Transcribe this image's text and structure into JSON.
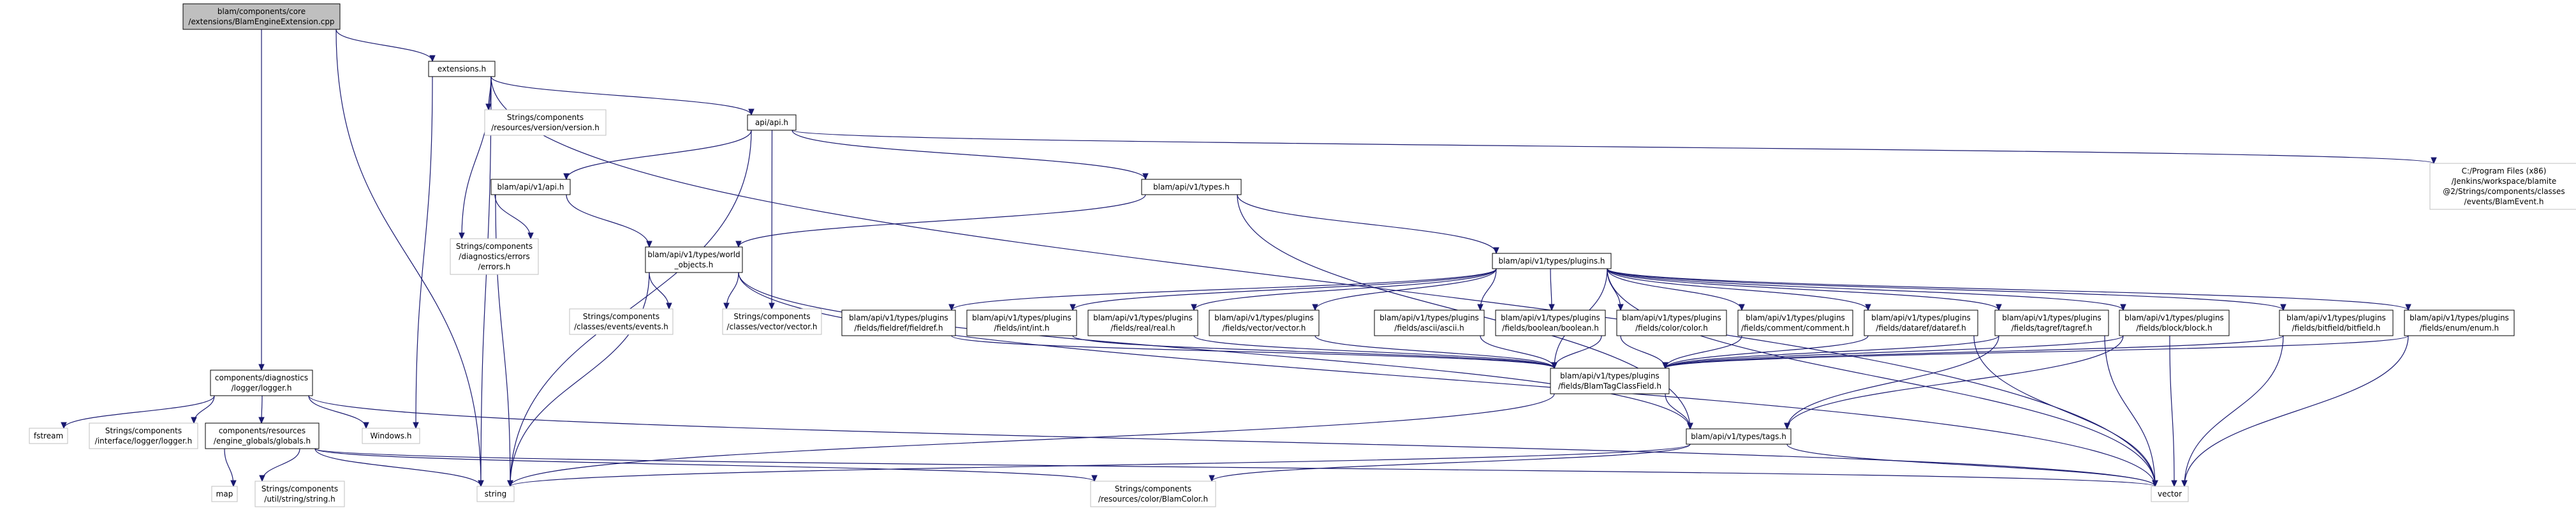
{
  "graph": {
    "colors": {
      "edge": "#191970",
      "main_fill": "#bfbfbf",
      "node_border": "#000000",
      "external_border": "#bfbfbf"
    },
    "nodes": [
      {
        "id": "main",
        "kind": "main",
        "lines": [
          "blam/components/core",
          "/extensions/BlamEngineExtension.cpp"
        ]
      },
      {
        "id": "ext",
        "kind": "normal",
        "lines": [
          "extensions.h"
        ]
      },
      {
        "id": "version",
        "kind": "ext",
        "lines": [
          "Strings/components",
          "/resources/version/version.h"
        ]
      },
      {
        "id": "api",
        "kind": "normal",
        "lines": [
          "api/api.h"
        ]
      },
      {
        "id": "apiv1",
        "kind": "normal",
        "lines": [
          "blam/api/v1/api.h"
        ]
      },
      {
        "id": "types",
        "kind": "normal",
        "lines": [
          "blam/api/v1/types.h"
        ]
      },
      {
        "id": "event",
        "kind": "ext",
        "lines": [
          "C:/Program Files (x86)",
          "/Jenkins/workspace/blamite",
          "@2/Strings/components/classes",
          "/events/BlamEvent.h"
        ]
      },
      {
        "id": "errors",
        "kind": "ext",
        "lines": [
          "Strings/components",
          "/diagnostics/errors",
          "/errors.h"
        ]
      },
      {
        "id": "world",
        "kind": "normal",
        "lines": [
          "blam/api/v1/types/world",
          "_objects.h"
        ]
      },
      {
        "id": "plugins",
        "kind": "normal",
        "lines": [
          "blam/api/v1/types/plugins.h"
        ]
      },
      {
        "id": "events",
        "kind": "ext",
        "lines": [
          "Strings/components",
          "/classes/events/events.h"
        ]
      },
      {
        "id": "vectorh",
        "kind": "ext",
        "lines": [
          "Strings/components",
          "/classes/vector/vector.h"
        ]
      },
      {
        "id": "fieldref",
        "kind": "normal",
        "lines": [
          "blam/api/v1/types/plugins",
          "/fields/fieldref/fieldref.h"
        ]
      },
      {
        "id": "int",
        "kind": "normal",
        "lines": [
          "blam/api/v1/types/plugins",
          "/fields/int/int.h"
        ]
      },
      {
        "id": "real",
        "kind": "normal",
        "lines": [
          "blam/api/v1/types/plugins",
          "/fields/real/real.h"
        ]
      },
      {
        "id": "vecfield",
        "kind": "normal",
        "lines": [
          "blam/api/v1/types/plugins",
          "/fields/vector/vector.h"
        ]
      },
      {
        "id": "ascii",
        "kind": "normal",
        "lines": [
          "blam/api/v1/types/plugins",
          "/fields/ascii/ascii.h"
        ]
      },
      {
        "id": "boolean",
        "kind": "normal",
        "lines": [
          "blam/api/v1/types/plugins",
          "/fields/boolean/boolean.h"
        ]
      },
      {
        "id": "color",
        "kind": "normal",
        "lines": [
          "blam/api/v1/types/plugins",
          "/fields/color/color.h"
        ]
      },
      {
        "id": "comment",
        "kind": "normal",
        "lines": [
          "blam/api/v1/types/plugins",
          "/fields/comment/comment.h"
        ]
      },
      {
        "id": "dataref",
        "kind": "normal",
        "lines": [
          "blam/api/v1/types/plugins",
          "/fields/dataref/dataref.h"
        ]
      },
      {
        "id": "tagref",
        "kind": "normal",
        "lines": [
          "blam/api/v1/types/plugins",
          "/fields/tagref/tagref.h"
        ]
      },
      {
        "id": "block",
        "kind": "normal",
        "lines": [
          "blam/api/v1/types/plugins",
          "/fields/block/block.h"
        ]
      },
      {
        "id": "bitfield",
        "kind": "normal",
        "lines": [
          "blam/api/v1/types/plugins",
          "/fields/bitfield/bitfield.h"
        ]
      },
      {
        "id": "enum",
        "kind": "normal",
        "lines": [
          "blam/api/v1/types/plugins",
          "/fields/enum/enum.h"
        ]
      },
      {
        "id": "btcf",
        "kind": "normal",
        "lines": [
          "blam/api/v1/types/plugins",
          "/fields/BlamTagClassField.h"
        ]
      },
      {
        "id": "tags",
        "kind": "normal",
        "lines": [
          "blam/api/v1/types/tags.h"
        ]
      },
      {
        "id": "logger",
        "kind": "normal",
        "lines": [
          "components/diagnostics",
          "/logger/logger.h"
        ]
      },
      {
        "id": "fstream",
        "kind": "ext",
        "lines": [
          "fstream"
        ]
      },
      {
        "id": "ilogger",
        "kind": "ext",
        "lines": [
          "Strings/components",
          "/interface/logger/logger.h"
        ]
      },
      {
        "id": "globals",
        "kind": "normal",
        "lines": [
          "components/resources",
          "/engine_globals/globals.h"
        ]
      },
      {
        "id": "windows",
        "kind": "ext",
        "lines": [
          "Windows.h"
        ]
      },
      {
        "id": "map",
        "kind": "ext",
        "lines": [
          "map"
        ]
      },
      {
        "id": "stringh",
        "kind": "ext",
        "lines": [
          "Strings/components",
          "/util/string/string.h"
        ]
      },
      {
        "id": "string",
        "kind": "ext",
        "lines": [
          "string"
        ]
      },
      {
        "id": "blamcolor",
        "kind": "ext",
        "lines": [
          "Strings/components",
          "/resources/color/BlamColor.h"
        ]
      },
      {
        "id": "vector",
        "kind": "ext",
        "lines": [
          "vector"
        ]
      }
    ],
    "edges": [
      [
        "main",
        "ext"
      ],
      [
        "main",
        "logger"
      ],
      [
        "main",
        "string"
      ],
      [
        "ext",
        "version"
      ],
      [
        "ext",
        "api"
      ],
      [
        "ext",
        "errors"
      ],
      [
        "ext",
        "windows"
      ],
      [
        "ext",
        "string"
      ],
      [
        "ext",
        "vector"
      ],
      [
        "api",
        "apiv1"
      ],
      [
        "api",
        "types"
      ],
      [
        "api",
        "event"
      ],
      [
        "api",
        "string"
      ],
      [
        "api",
        "vectorh"
      ],
      [
        "apiv1",
        "errors"
      ],
      [
        "apiv1",
        "world"
      ],
      [
        "apiv1",
        "string"
      ],
      [
        "types",
        "world"
      ],
      [
        "types",
        "plugins"
      ],
      [
        "types",
        "tags"
      ],
      [
        "world",
        "events"
      ],
      [
        "world",
        "vectorh"
      ],
      [
        "world",
        "tags"
      ],
      [
        "world",
        "string"
      ],
      [
        "world",
        "vector"
      ],
      [
        "plugins",
        "fieldref"
      ],
      [
        "plugins",
        "int"
      ],
      [
        "plugins",
        "real"
      ],
      [
        "plugins",
        "vecfield"
      ],
      [
        "plugins",
        "ascii"
      ],
      [
        "plugins",
        "boolean"
      ],
      [
        "plugins",
        "color"
      ],
      [
        "plugins",
        "comment"
      ],
      [
        "plugins",
        "dataref"
      ],
      [
        "plugins",
        "tagref"
      ],
      [
        "plugins",
        "block"
      ],
      [
        "plugins",
        "bitfield"
      ],
      [
        "plugins",
        "enum"
      ],
      [
        "plugins",
        "btcf"
      ],
      [
        "plugins",
        "vector"
      ],
      [
        "fieldref",
        "btcf"
      ],
      [
        "int",
        "btcf"
      ],
      [
        "real",
        "btcf"
      ],
      [
        "vecfield",
        "btcf"
      ],
      [
        "ascii",
        "btcf"
      ],
      [
        "boolean",
        "btcf"
      ],
      [
        "color",
        "btcf"
      ],
      [
        "comment",
        "btcf"
      ],
      [
        "dataref",
        "btcf"
      ],
      [
        "tagref",
        "btcf"
      ],
      [
        "block",
        "btcf"
      ],
      [
        "bitfield",
        "btcf"
      ],
      [
        "enum",
        "btcf"
      ],
      [
        "dataref",
        "vector"
      ],
      [
        "tagref",
        "tags"
      ],
      [
        "tagref",
        "vector"
      ],
      [
        "block",
        "tags"
      ],
      [
        "block",
        "vector"
      ],
      [
        "bitfield",
        "vector"
      ],
      [
        "enum",
        "vector"
      ],
      [
        "btcf",
        "tags"
      ],
      [
        "btcf",
        "string"
      ],
      [
        "tags",
        "string"
      ],
      [
        "tags",
        "blamcolor"
      ],
      [
        "tags",
        "vector"
      ],
      [
        "logger",
        "fstream"
      ],
      [
        "logger",
        "ilogger"
      ],
      [
        "logger",
        "globals"
      ],
      [
        "logger",
        "windows"
      ],
      [
        "logger",
        "vector"
      ],
      [
        "globals",
        "map"
      ],
      [
        "globals",
        "stringh"
      ],
      [
        "globals",
        "string"
      ],
      [
        "globals",
        "blamcolor"
      ],
      [
        "globals",
        "vector"
      ]
    ]
  }
}
